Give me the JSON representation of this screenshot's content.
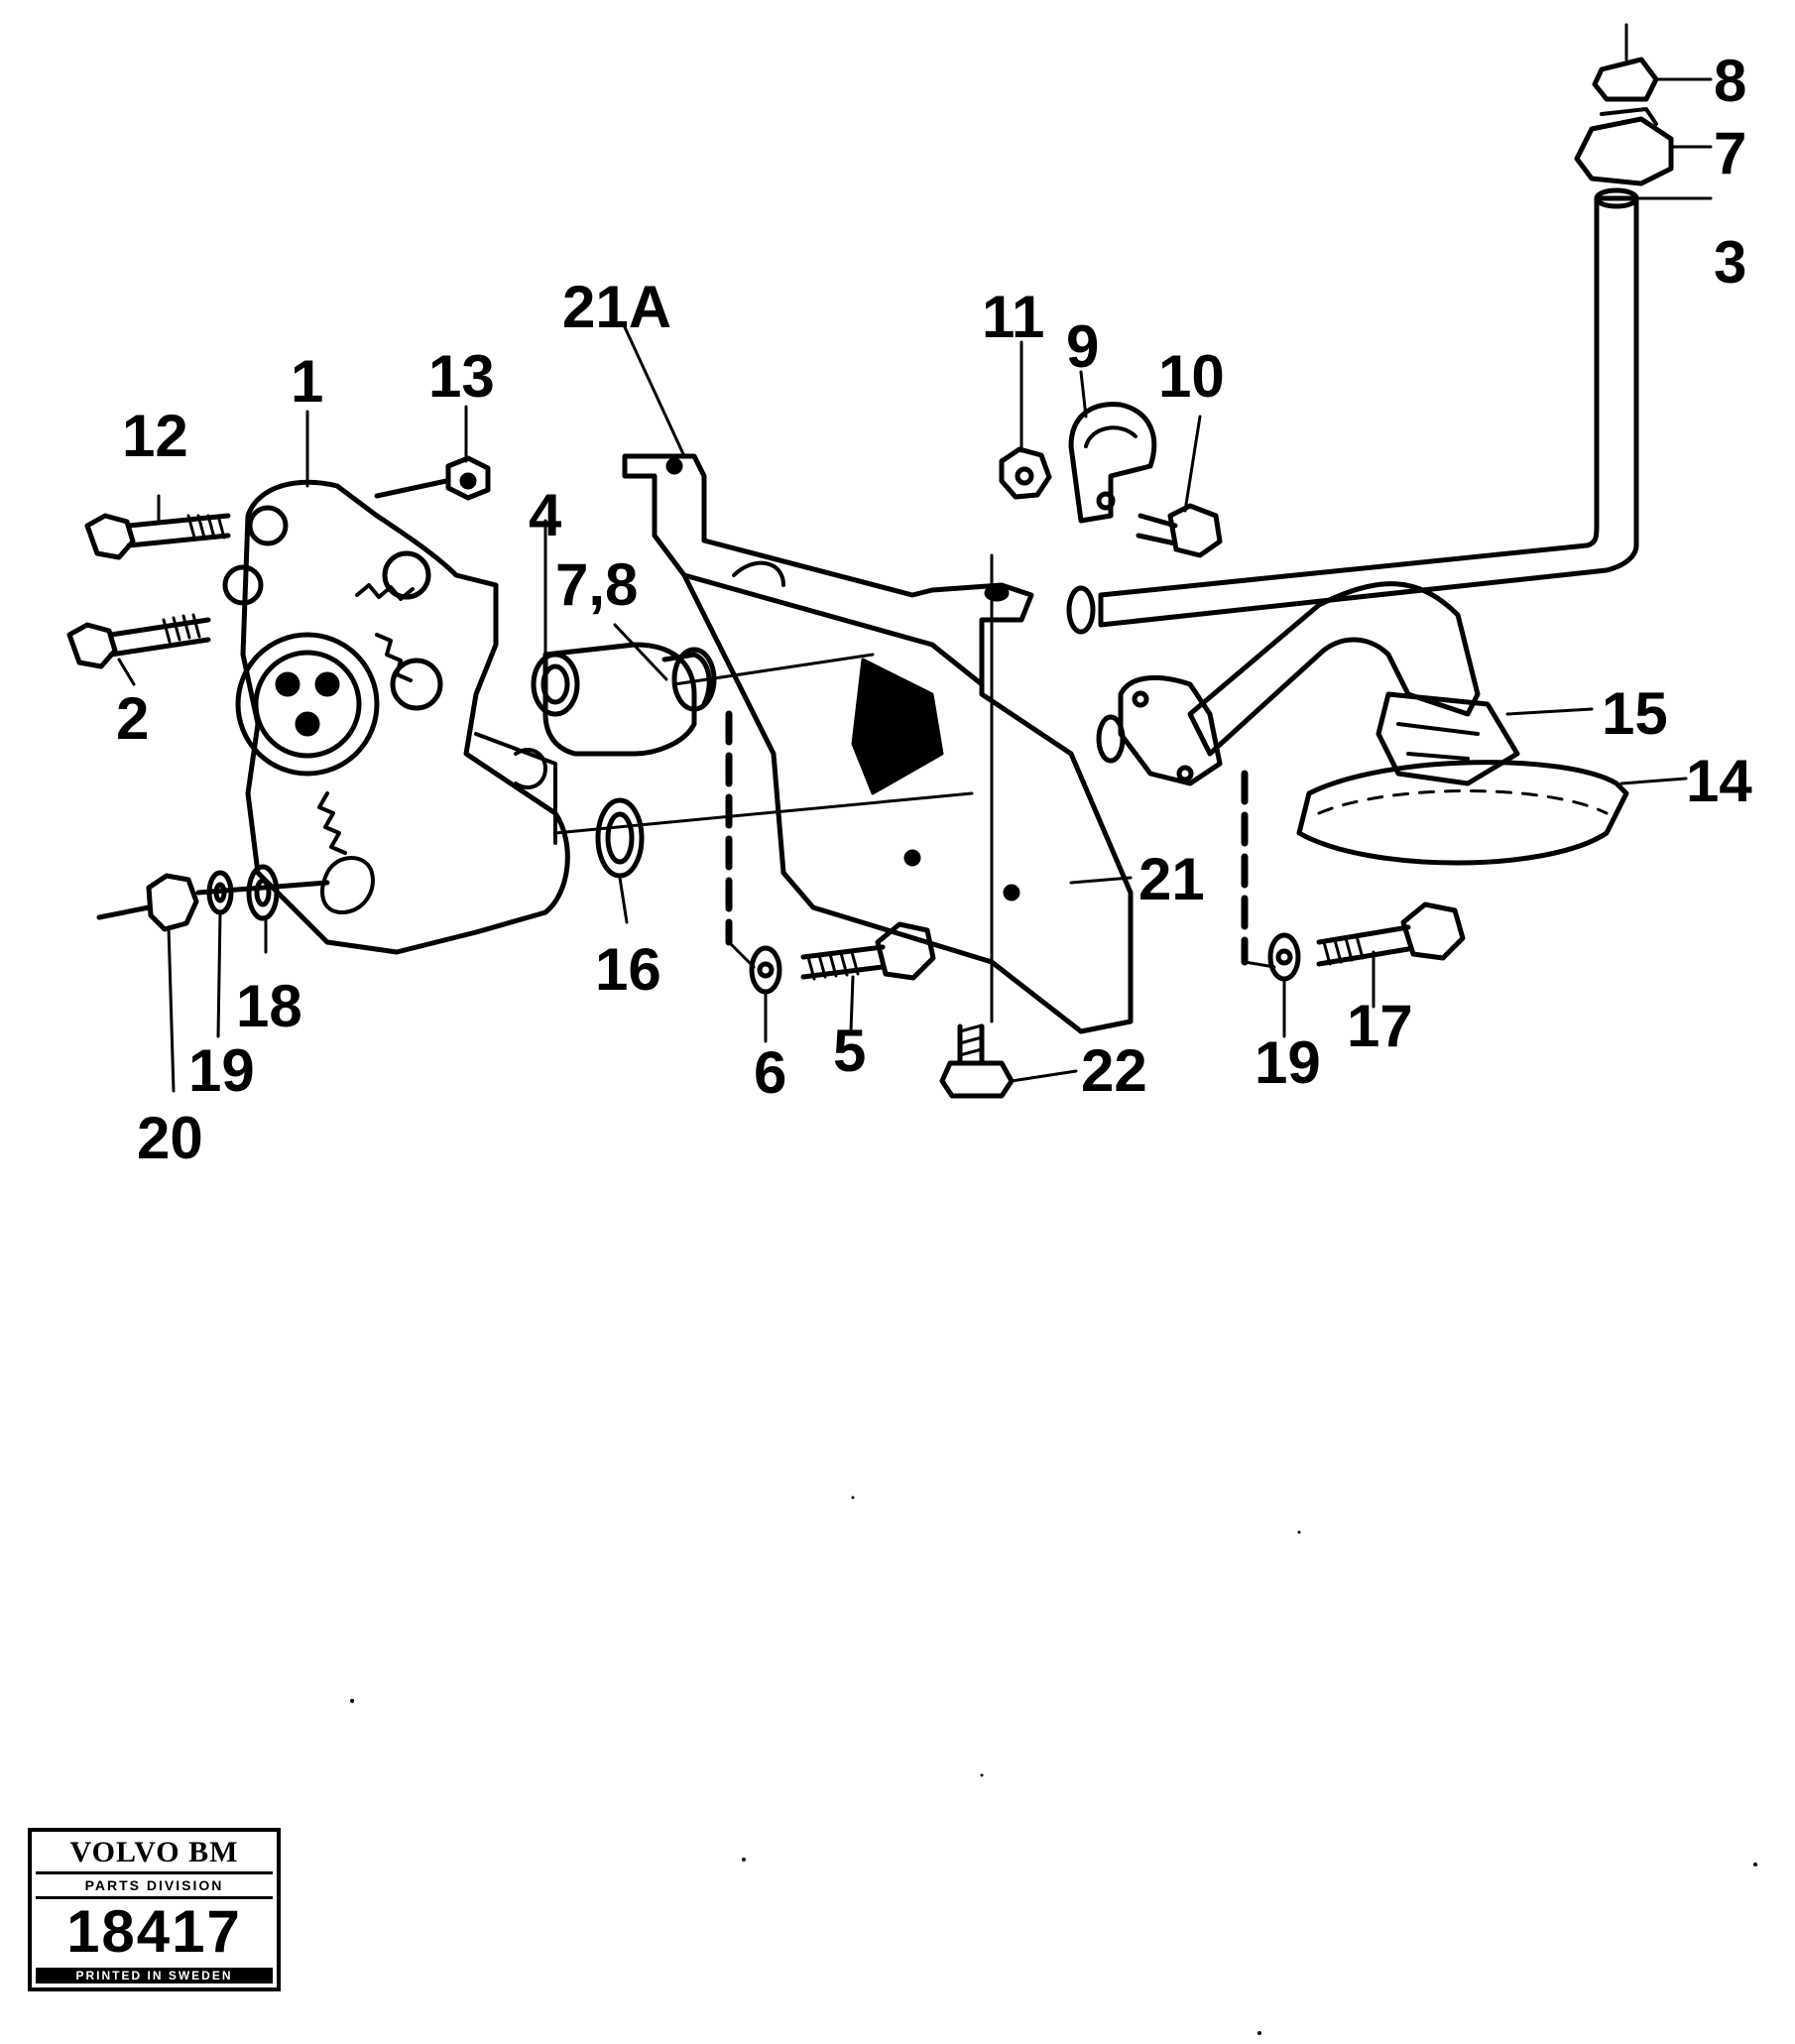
{
  "callouts": [
    {
      "id": "c1",
      "text": "1"
    },
    {
      "id": "c2",
      "text": "2"
    },
    {
      "id": "c3",
      "text": "3"
    },
    {
      "id": "c4",
      "text": "4"
    },
    {
      "id": "c5",
      "text": "5"
    },
    {
      "id": "c6",
      "text": "6"
    },
    {
      "id": "c7",
      "text": "7"
    },
    {
      "id": "c8",
      "text": "8"
    },
    {
      "id": "c78",
      "text": "7,8"
    },
    {
      "id": "c9",
      "text": "9"
    },
    {
      "id": "c10",
      "text": "10"
    },
    {
      "id": "c11",
      "text": "11"
    },
    {
      "id": "c12",
      "text": "12"
    },
    {
      "id": "c13",
      "text": "13"
    },
    {
      "id": "c14",
      "text": "14"
    },
    {
      "id": "c15",
      "text": "15"
    },
    {
      "id": "c16",
      "text": "16"
    },
    {
      "id": "c17",
      "text": "17"
    },
    {
      "id": "c18",
      "text": "18"
    },
    {
      "id": "c19a",
      "text": "19"
    },
    {
      "id": "c19b",
      "text": "19"
    },
    {
      "id": "c20",
      "text": "20"
    },
    {
      "id": "c21",
      "text": "21"
    },
    {
      "id": "c21a",
      "text": "21A"
    },
    {
      "id": "c22",
      "text": "22"
    }
  ],
  "badge": {
    "brand": "VOLVO BM",
    "division": "PARTS DIVISION",
    "number": "18417",
    "printed": "PRINTED IN SWEDEN"
  }
}
